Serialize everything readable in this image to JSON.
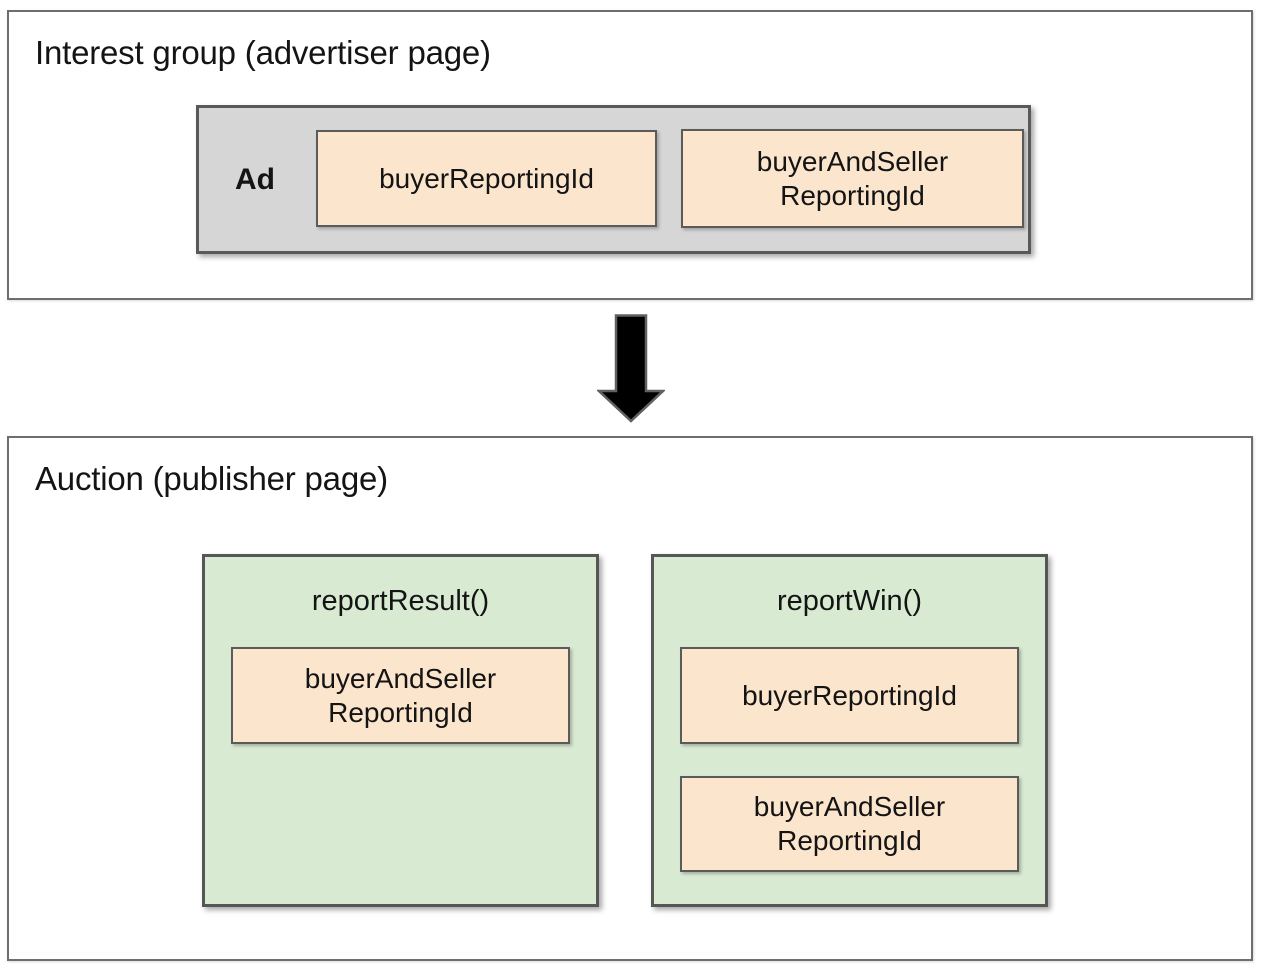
{
  "interest_group": {
    "title": "Interest group (advertiser page)",
    "ad": {
      "label": "Ad",
      "chips": [
        "buyerReportingId",
        "buyerAndSeller\nReportingId"
      ]
    }
  },
  "arrow": {
    "direction": "down",
    "meaning": "interest group data flows into the auction"
  },
  "auction": {
    "title": "Auction (publisher page)",
    "functions": [
      {
        "name": "reportResult()",
        "chips": [
          "buyerAndSeller\nReportingId"
        ]
      },
      {
        "name": "reportWin()",
        "chips": [
          "buyerReportingId",
          "buyerAndSeller\nReportingId"
        ]
      }
    ]
  },
  "colors": {
    "chip_bg": "#fce5cd",
    "function_bg": "#d9ead3",
    "ad_bg": "#d6d6d6",
    "box_border": "#595959",
    "outer_border": "#6e6e6e",
    "arrow_fill": "#000000",
    "text": "#141414"
  }
}
